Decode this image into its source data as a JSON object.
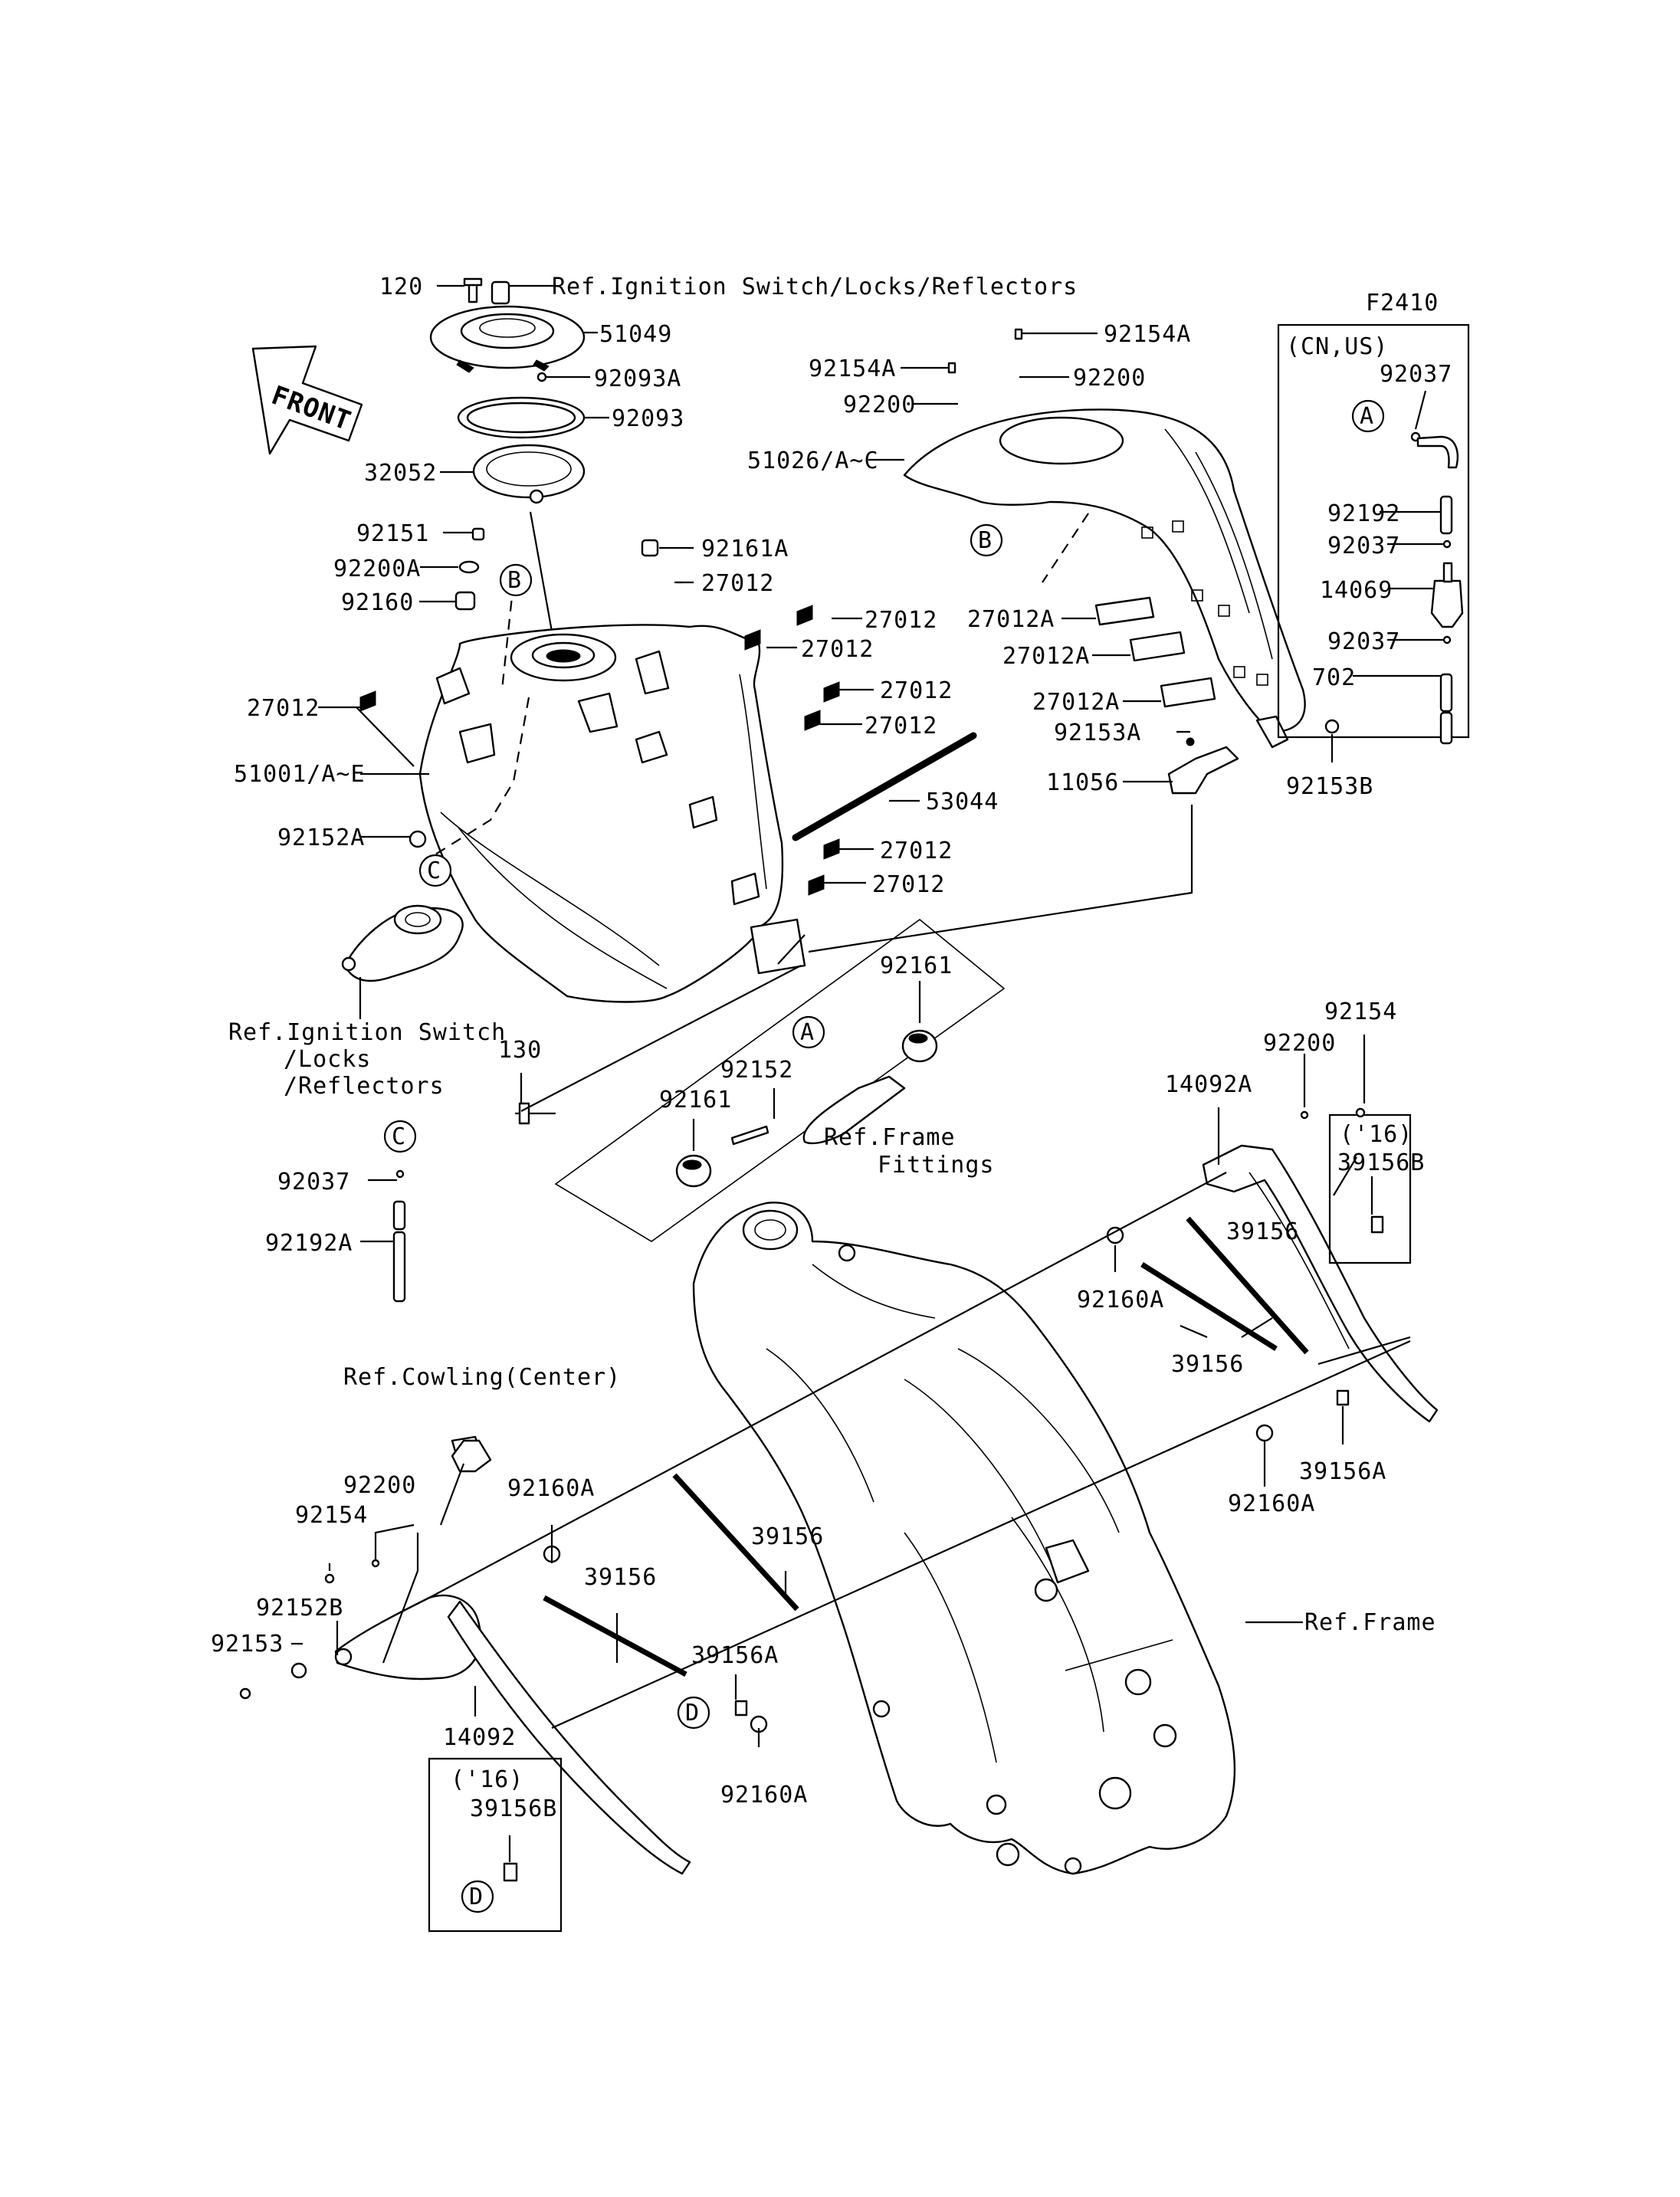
{
  "figure_code": "F2410",
  "front_label": "FRONT",
  "variant_box": "(CN,US)",
  "year_box": "('16)",
  "markers": [
    "A",
    "B",
    "C",
    "D"
  ],
  "refs": {
    "ignition_top": "Ref.Ignition Switch/Locks/Reflectors",
    "ignition_line1": "Ref.Ignition Switch",
    "ignition_line2": "/Locks",
    "ignition_line3": "/Reflectors",
    "frame_fittings_line1": "Ref.Frame",
    "frame_fittings_line2": "Fittings",
    "cowling": "Ref.Cowling(Center)",
    "frame": "Ref.Frame"
  },
  "parts": {
    "p120": "120",
    "p51049": "51049",
    "p92093A": "92093A",
    "p92093": "92093",
    "p32052": "32052",
    "p92151": "92151",
    "p92200A": "92200A",
    "p92160": "92160",
    "p27012": "27012",
    "p51001": "51001/A~E",
    "p92152A": "92152A",
    "p92161A": "92161A",
    "p92154A": "92154A",
    "p92200": "92200",
    "p51026": "51026/A~C",
    "p27012A": "27012A",
    "p92153A": "92153A",
    "p11056": "11056",
    "p92153B": "92153B",
    "p53044": "53044",
    "p92161": "92161",
    "p92152": "92152",
    "p130": "130",
    "p92037": "92037",
    "p92192A": "92192A",
    "p92192": "92192",
    "p14069": "14069",
    "p702": "702",
    "p92154": "92154",
    "p14092A": "14092A",
    "p39156B": "39156B",
    "p39156": "39156",
    "p92160A": "92160A",
    "p39156A": "39156A",
    "p14092": "14092",
    "p92152B": "92152B",
    "p92153": "92153"
  }
}
